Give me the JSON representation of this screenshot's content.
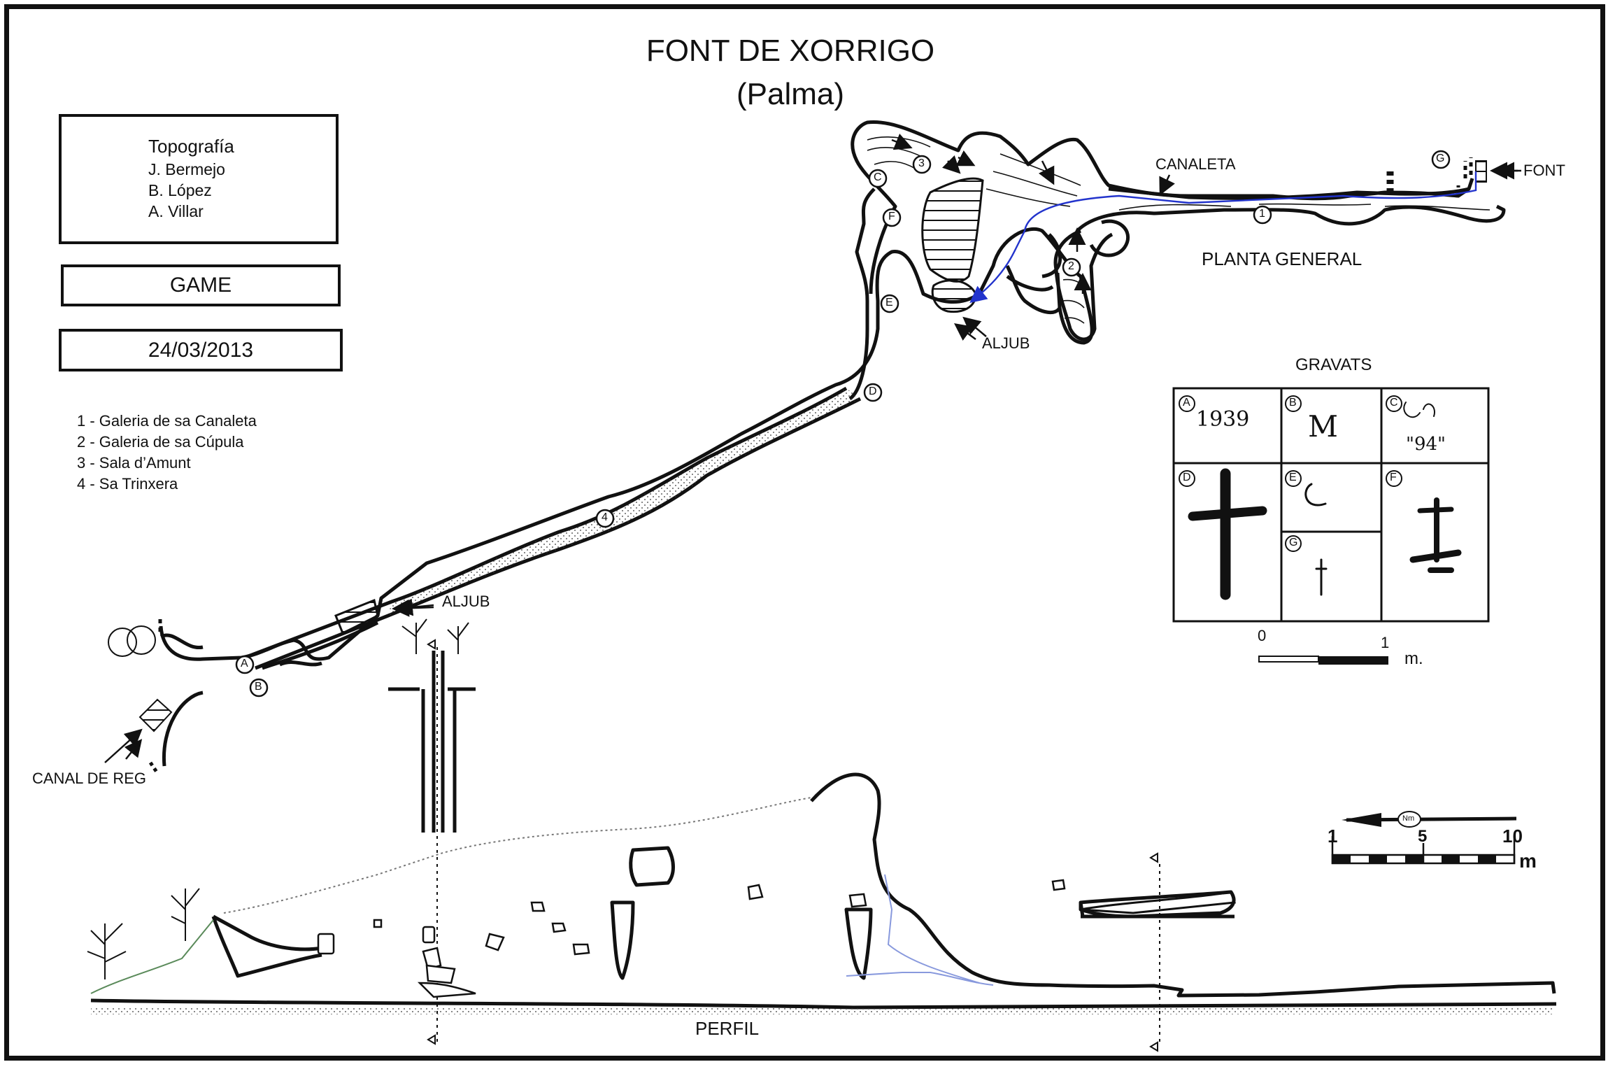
{
  "title": "FONT DE XORRIGO",
  "subtitle": "(Palma)",
  "credits": {
    "heading": "Topografía",
    "authors": [
      "J. Bermejo",
      "B. López",
      "A. Villar"
    ]
  },
  "group": "GAME",
  "date": "24/03/2013",
  "legend": [
    "1 - Galeria de sa Canaleta",
    "2 - Galeria de sa Cúpula",
    "3 - Sala d’Amunt",
    "4 - Sa Trinxera"
  ],
  "plan": {
    "label": "PLANTA GENERAL",
    "canaleta": "CANALETA",
    "font": "FONT",
    "aljub_upper": "ALJUB",
    "aljub_lower": "ALJUB",
    "canal": "CANAL DE REG",
    "markers": [
      "A",
      "B",
      "C",
      "D",
      "E",
      "F",
      "G"
    ],
    "zones": [
      "1",
      "2",
      "3",
      "4"
    ]
  },
  "gravats": {
    "title": "GRAVATS",
    "cells": [
      {
        "id": "A",
        "text": "1939"
      },
      {
        "id": "B",
        "text": "M"
      },
      {
        "id": "C",
        "text": "\"94\""
      },
      {
        "id": "D",
        "text": ""
      },
      {
        "id": "E",
        "text": ""
      },
      {
        "id": "F",
        "text": ""
      },
      {
        "id": "G",
        "text": ""
      }
    ],
    "scale": {
      "start": "0",
      "end": "1",
      "unit": "m."
    }
  },
  "scale_bar": {
    "start": "1",
    "mid": "5",
    "end": "10",
    "unit": "m",
    "north": "Nm"
  },
  "profile": {
    "label": "PERFIL"
  },
  "colors": {
    "ink": "#111111",
    "water": "#2233cc",
    "water_light": "#8899dd",
    "green": "#5a8a5a"
  }
}
